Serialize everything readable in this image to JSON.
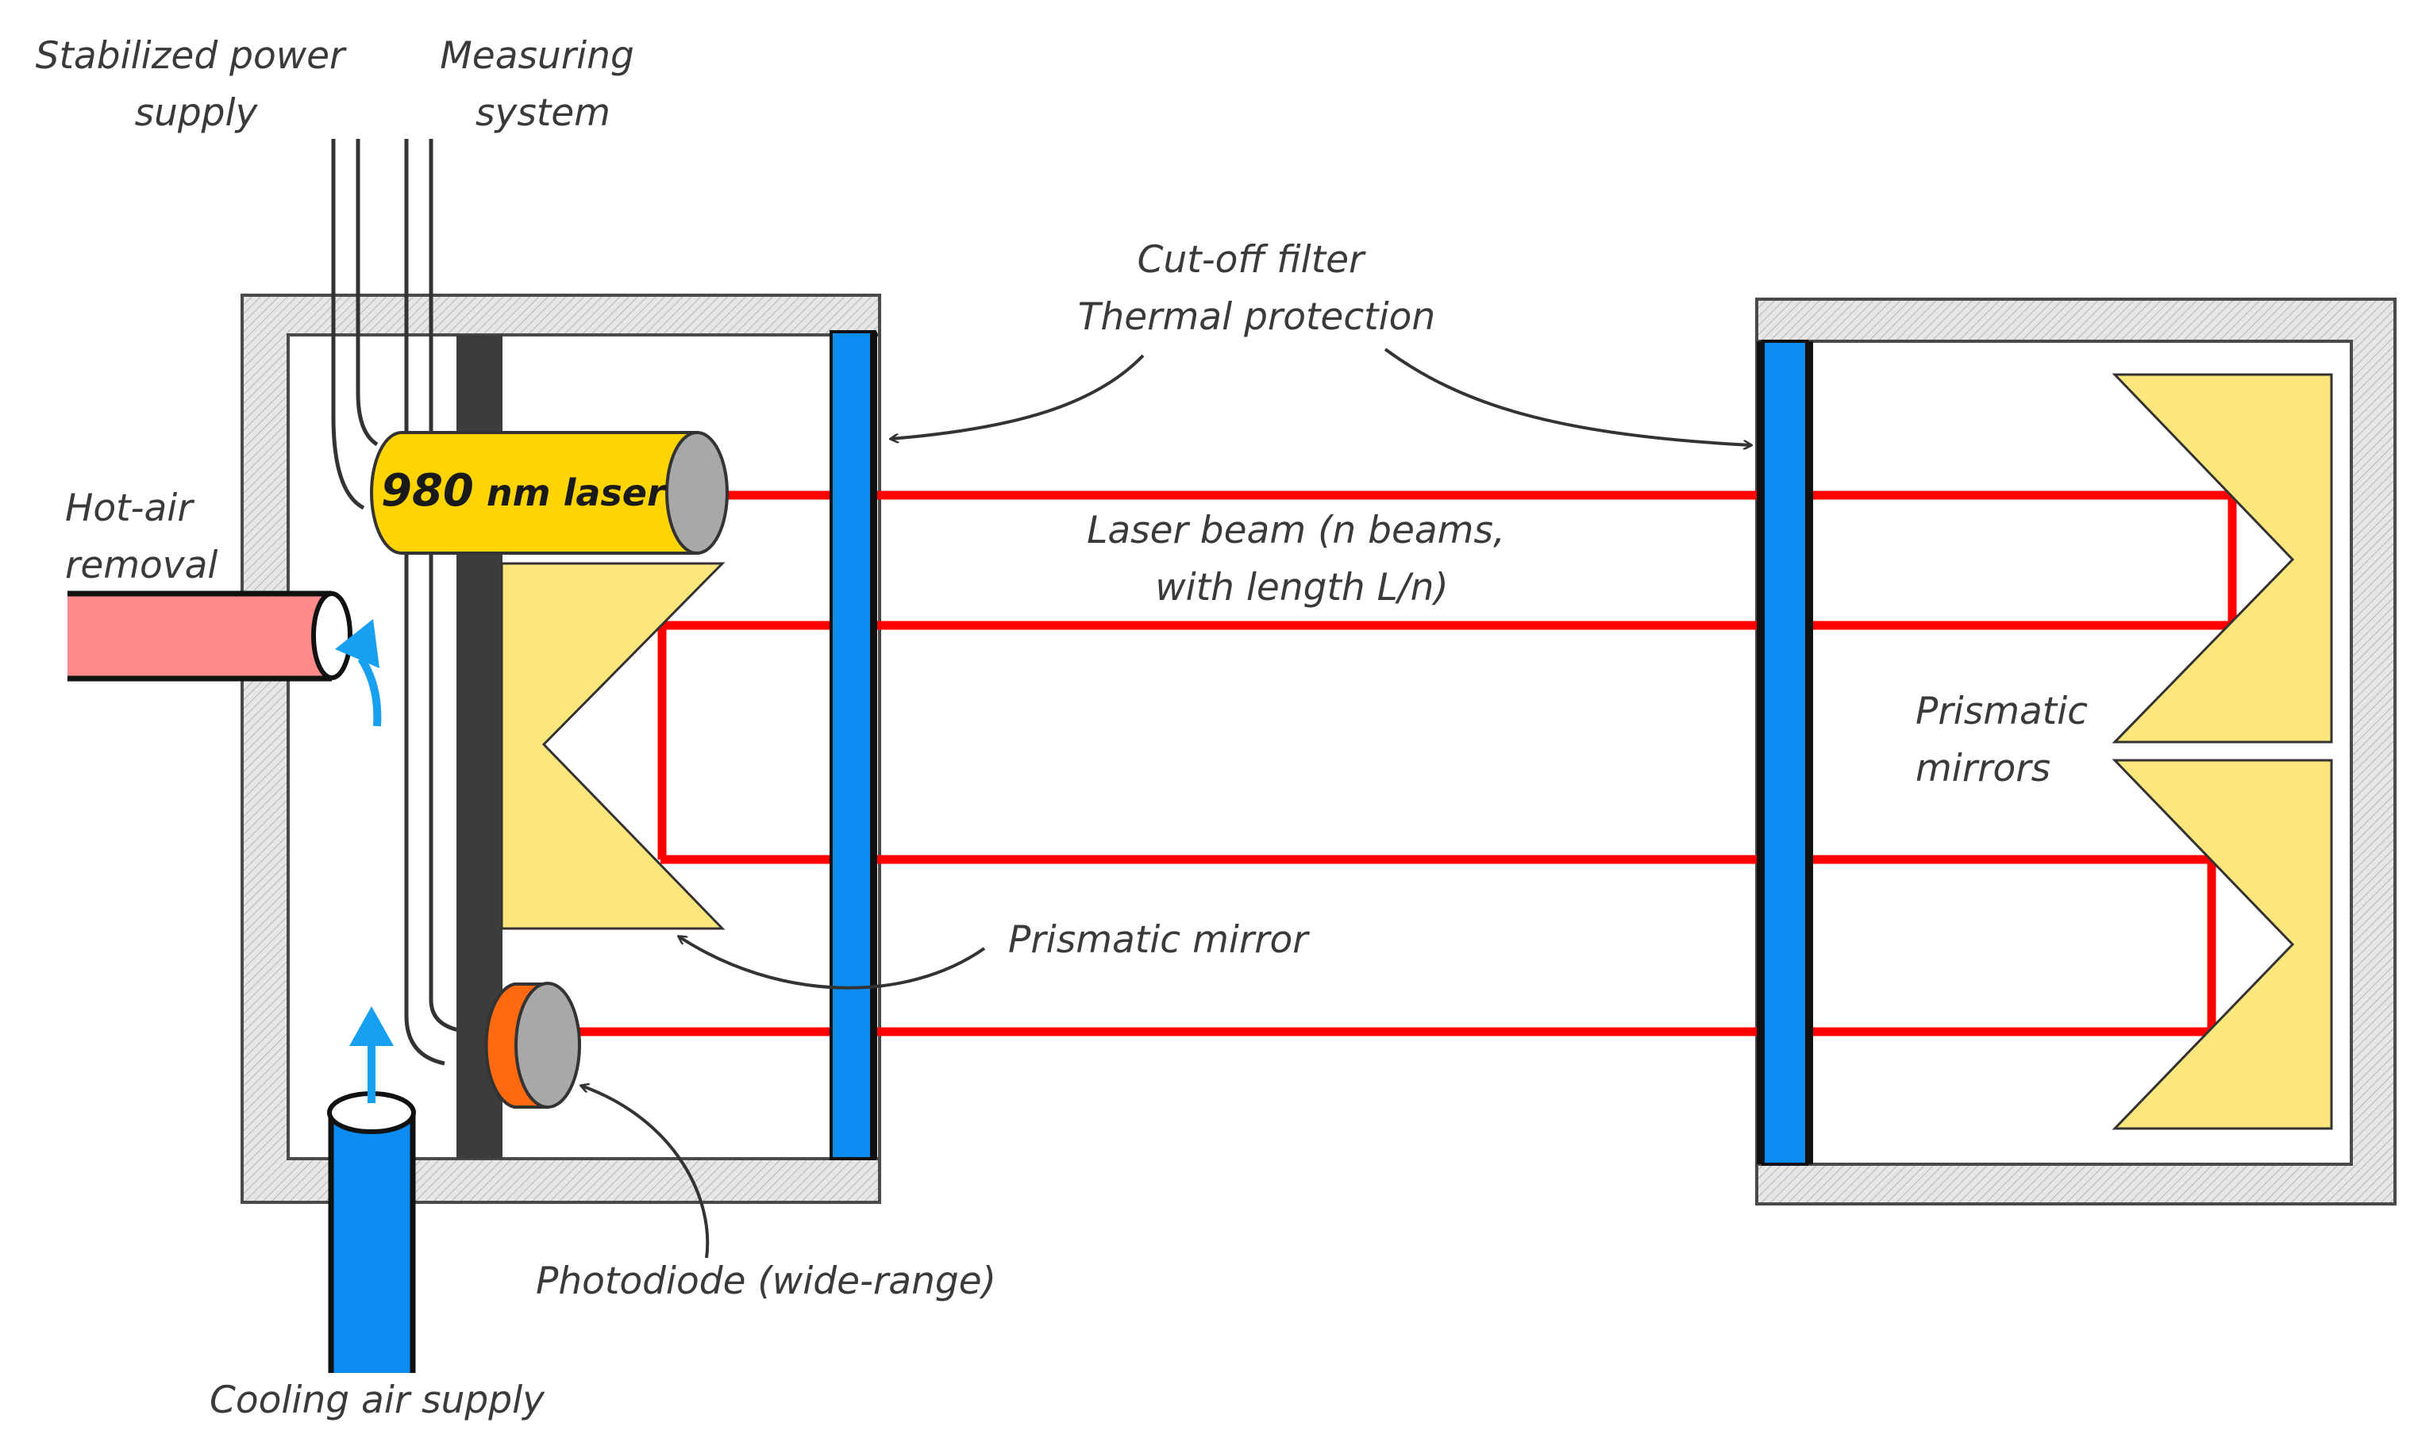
{
  "labels": {
    "power_supply": [
      "Stabilized power",
      "supply"
    ],
    "measuring_system": [
      "Measuring",
      "system"
    ],
    "cutoff_filter": [
      "Cut-off filter",
      "Thermal protection"
    ],
    "hot_air_removal": [
      "Hot-air",
      "removal"
    ],
    "laser_main": "980",
    "laser_suffix": " nm laser",
    "laser_beam": [
      "Laser beam (n beams,",
      "with length L/n)"
    ],
    "prismatic_mirrors": [
      "Prismatic",
      "mirrors"
    ],
    "prismatic_mirror": "Prismatic mirror",
    "photodiode": "Photodiode (wide-range)",
    "cooling_air": "Cooling air supply"
  },
  "colors": {
    "housing_wall": "#e4e4e4",
    "housing_outline": "#4a4a4a",
    "post": "#3c3c3c",
    "filter_glass": "#0a8cf0",
    "laser_body": "#ffd400",
    "lens_gray": "#a8a8a8",
    "mirror": "#fde77c",
    "beam": "#ff0000",
    "hot_air_pipe": "#ff8a8a",
    "cooling_pipe": "#0a8cf0",
    "photodiode_body": "#ff6a10",
    "air_arrow": "#18a0f0"
  }
}
